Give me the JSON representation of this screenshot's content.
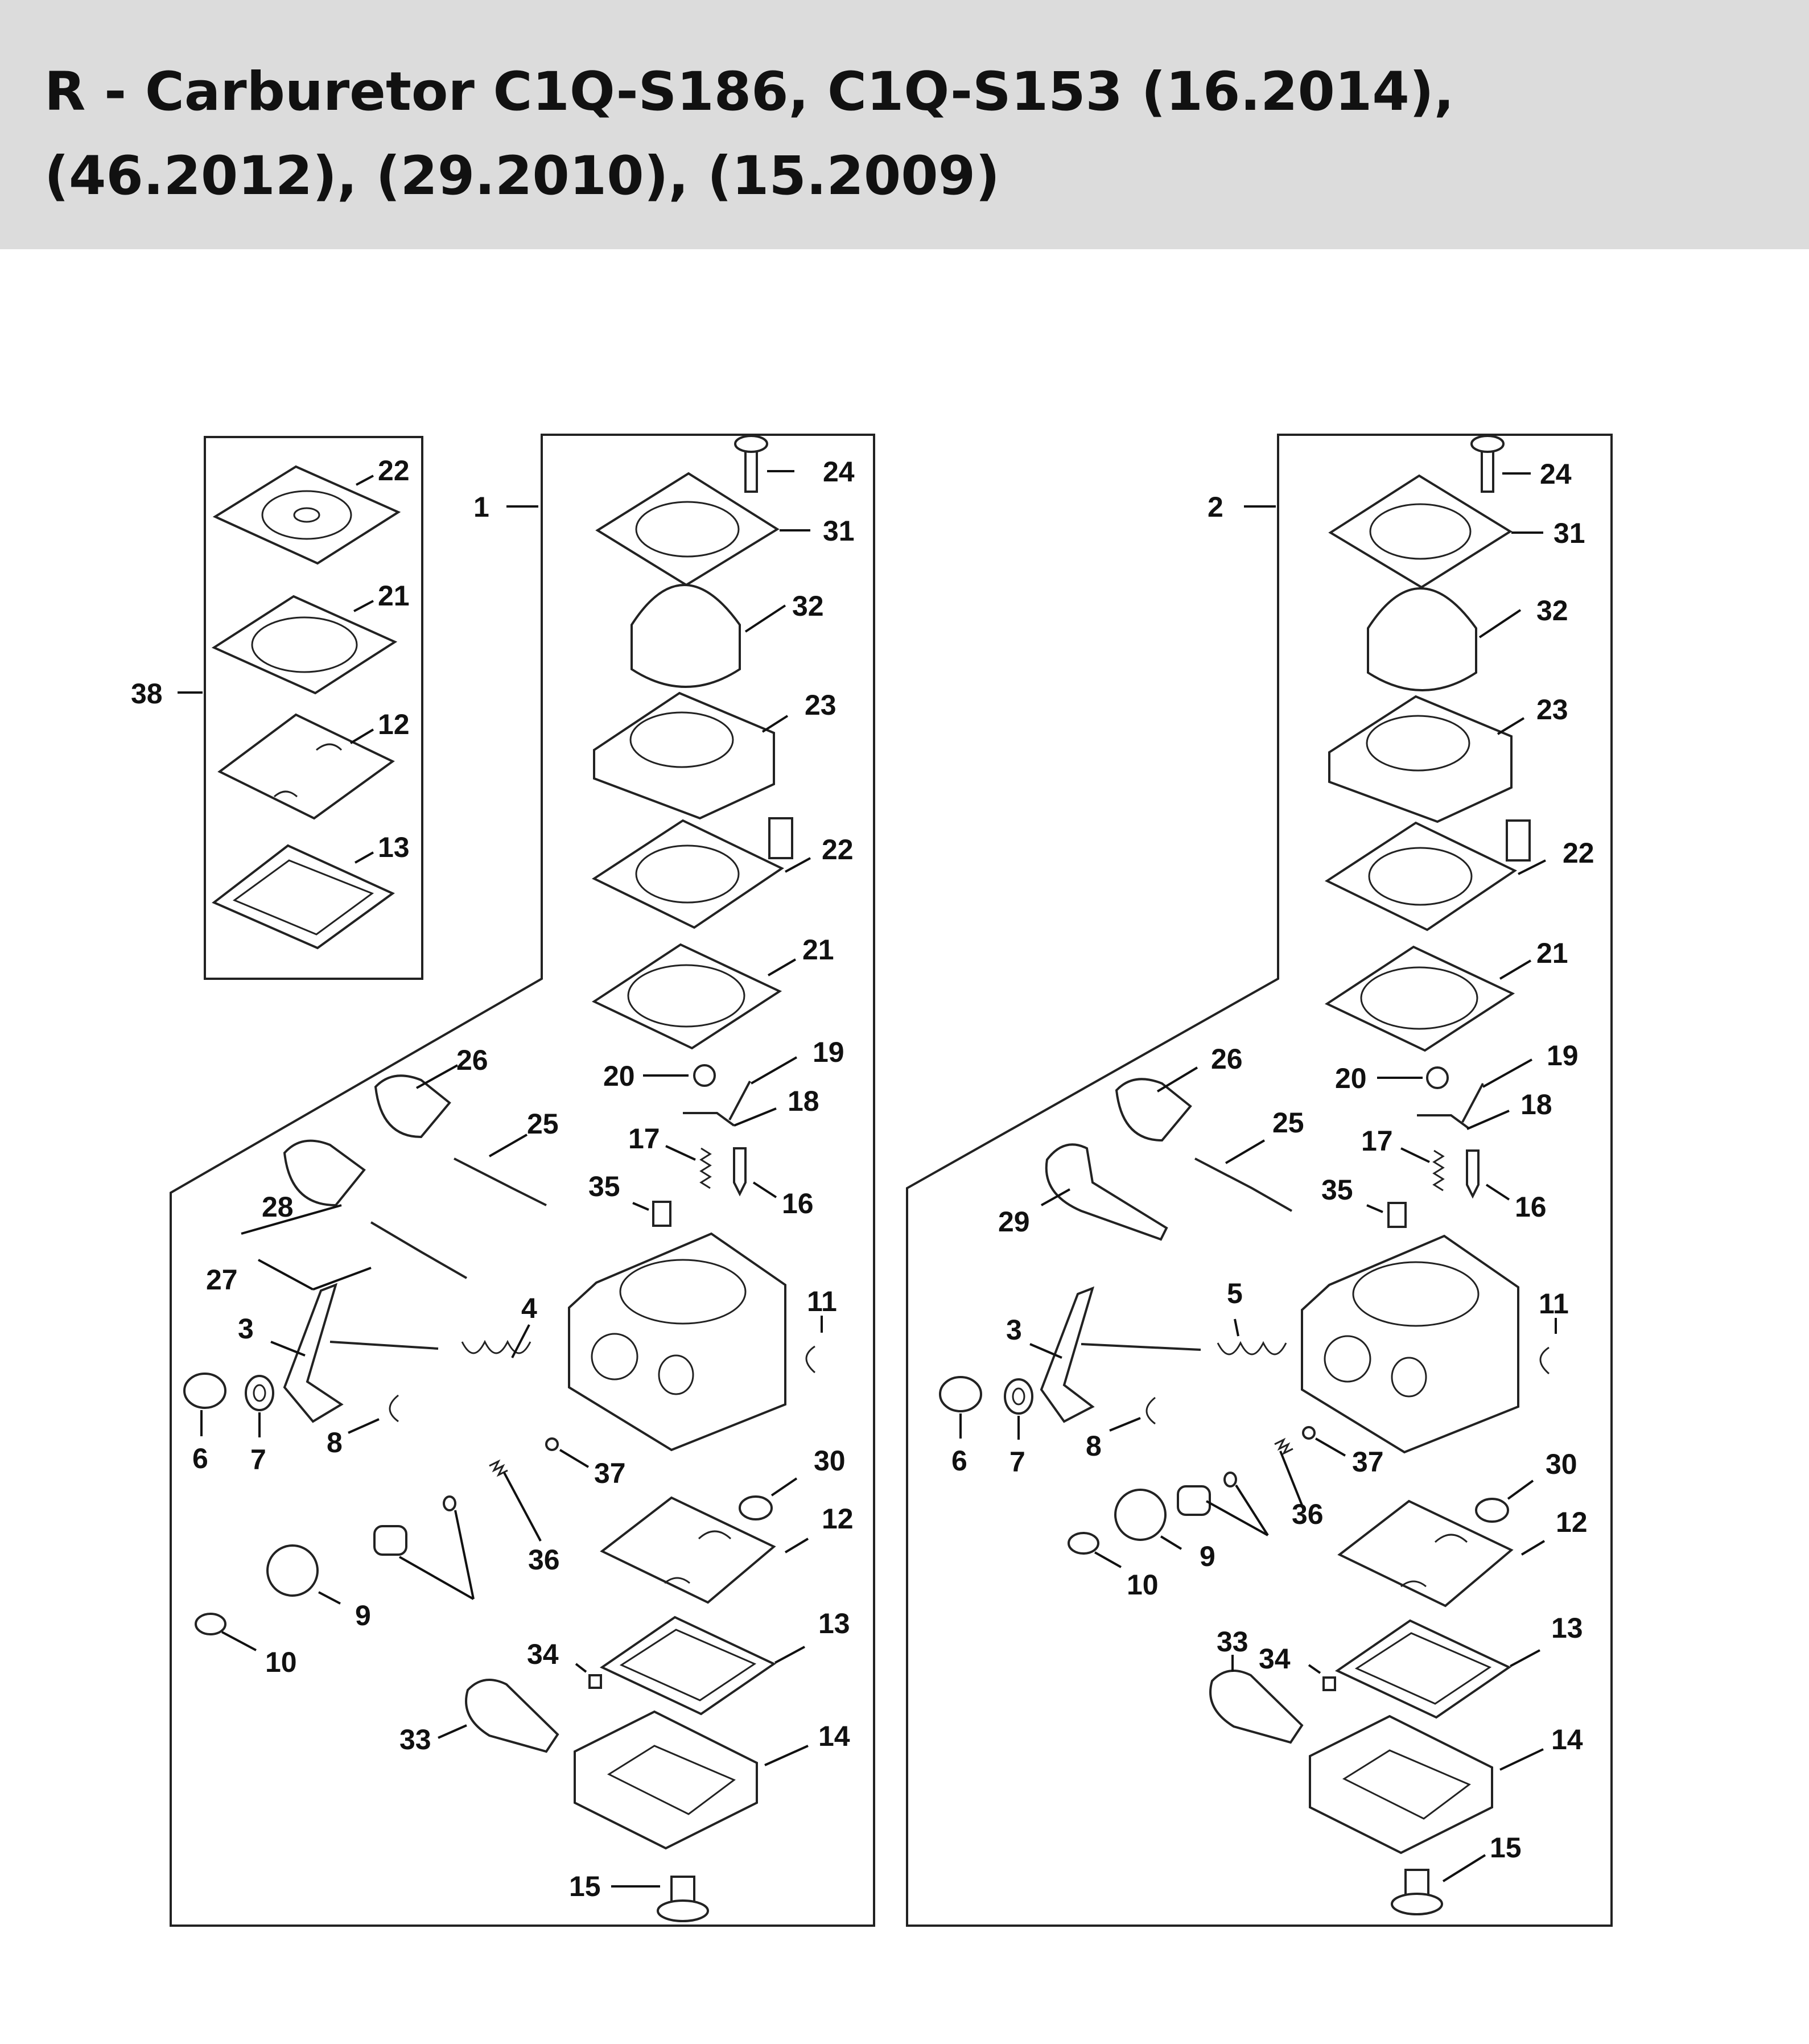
{
  "header": {
    "title": "R - Carburetor C1Q-S186, C1Q-S153 (16.2014), (46.2012), (29.2010), (15.2009)"
  },
  "diagram": {
    "left_assembly": {
      "main_label": "1",
      "kit_label": "38",
      "kit_callouts": [
        "22",
        "21",
        "12",
        "13"
      ],
      "callouts": [
        "24",
        "31",
        "32",
        "23",
        "22",
        "21",
        "19",
        "20",
        "18",
        "17",
        "16",
        "35",
        "26",
        "25",
        "28",
        "27",
        "11",
        "3",
        "4",
        "6",
        "7",
        "8",
        "30",
        "37",
        "12",
        "36",
        "9",
        "10",
        "13",
        "34",
        "33",
        "14",
        "15"
      ]
    },
    "right_assembly": {
      "main_label": "2",
      "callouts": [
        "24",
        "31",
        "32",
        "23",
        "22",
        "21",
        "19",
        "20",
        "18",
        "17",
        "16",
        "35",
        "26",
        "25",
        "29",
        "11",
        "5",
        "3",
        "6",
        "7",
        "8",
        "30",
        "37",
        "36",
        "12",
        "9",
        "10",
        "33",
        "34",
        "13",
        "14",
        "15"
      ]
    }
  }
}
